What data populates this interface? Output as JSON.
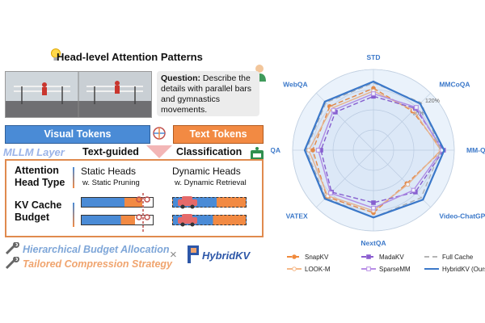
{
  "diagram": {
    "title": "Head-level Attention Patterns",
    "question_label": "Question:",
    "question_text": "Describe the details with parallel bars and gymnastics movements.",
    "visual_tokens": "Visual Tokens",
    "text_tokens": "Text Tokens",
    "mllm_layer": "MLLM Layer",
    "text_guided": "Text-guided",
    "classification": "Classification",
    "attention_head_type": "Attention Head Type",
    "static_heads": "Static Heads",
    "static_sub": "w. Static Pruning",
    "dynamic_heads": "Dynamic Heads",
    "dynamic_sub": "w. Dynamic Retrieval",
    "kv_cache_budget": "KV Cache Budget",
    "footer_line1": "Hierarchical Budget Allocation",
    "footer_line2": "Tailored Compression Strategy",
    "brand": "HybridKV"
  },
  "colors": {
    "visual": "#4a8bd6",
    "text": "#f28a43",
    "mllm": "#9ab3e8",
    "panel_border": "#e08a4e",
    "hybrid": "#3b78c9",
    "snapkv": "#f08a3c",
    "lookm": "#f5b888",
    "madakv": "#8c5ed0",
    "sparsemm": "#b88ee6",
    "full": "#b5b5b5"
  },
  "chart_data": {
    "type": "radar",
    "axes": [
      "STD",
      "MMCoQA",
      "MM-QA",
      "Video-ChatGPT",
      "NextQA",
      "VATEX",
      "WikiVQA",
      "WebQA"
    ],
    "rings": [
      0.3,
      0.6,
      0.9,
      1.2
    ],
    "ring_labels": [
      "",
      "",
      "90%",
      "120%"
    ],
    "series": [
      {
        "name": "SnapKV",
        "color": "#f08a3c",
        "dash": "6,3",
        "marker": "circle-filled",
        "values": [
          0.92,
          0.82,
          1.02,
          0.7,
          0.93,
          0.98,
          0.9,
          0.92
        ]
      },
      {
        "name": "LOOK-M",
        "color": "#f5b888",
        "dash": "",
        "marker": "circle-open",
        "values": [
          0.88,
          0.84,
          1.0,
          0.72,
          0.9,
          0.96,
          0.96,
          0.88
        ]
      },
      {
        "name": "MadaKV",
        "color": "#8c5ed0",
        "dash": "6,3",
        "marker": "square-filled",
        "values": [
          0.8,
          0.88,
          1.04,
          0.88,
          0.78,
          0.88,
          0.78,
          0.8
        ]
      },
      {
        "name": "SparseMM",
        "color": "#b88ee6",
        "dash": "",
        "marker": "square-open",
        "values": [
          0.84,
          0.9,
          1.02,
          0.84,
          0.86,
          0.9,
          0.82,
          0.84
        ]
      },
      {
        "name": "Full Cache",
        "color": "#b5b5b5",
        "dash": "6,4",
        "marker": "none",
        "values": [
          1.0,
          1.0,
          1.0,
          1.0,
          1.0,
          1.0,
          1.0,
          1.0
        ]
      },
      {
        "name": "HybridKV (Ours)",
        "color": "#3b78c9",
        "dash": "",
        "marker": "none",
        "values": [
          1.02,
          0.98,
          1.05,
          1.04,
          1.0,
          1.02,
          1.02,
          1.02
        ]
      }
    ]
  }
}
